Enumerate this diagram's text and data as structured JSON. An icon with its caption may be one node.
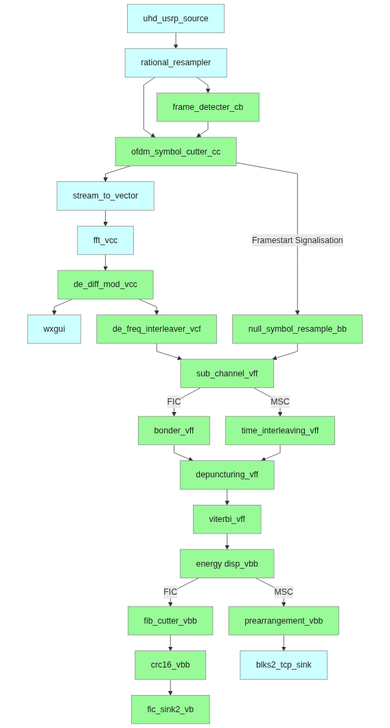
{
  "diagram": {
    "nodes": [
      {
        "text": [
          "uhd_usrp_source"
        ]
      },
      {
        "text": [
          "rational_resampler"
        ]
      },
      {
        "text": [
          "frame_detecter_cb"
        ]
      },
      {
        "text": [
          "ofdm_symbol_cutter_cc"
        ]
      },
      {
        "text": [
          "stream_to_vector"
        ]
      },
      {
        "text": [
          "fft_vcc"
        ]
      },
      {
        "text": [
          "de_diff_mod_vcc"
        ]
      },
      {
        "text": [
          "wxgui"
        ]
      },
      {
        "text": [
          "de_freq_interleaver_vcf"
        ]
      },
      {
        "text": [
          "null_symbol_resample_bb"
        ]
      },
      {
        "text": [
          "sub_channel_vff"
        ]
      },
      {
        "text": [
          "time_interleaving_vff"
        ]
      },
      {
        "text": [
          "bonder_vff"
        ]
      },
      {
        "text": [
          "depuncturing_vff"
        ]
      },
      {
        "text": [
          "viterbi_vff"
        ]
      },
      {
        "text": [
          "energy disp_vbb"
        ]
      },
      {
        "text": [
          "fib_cutter_vbb"
        ]
      },
      {
        "text": [
          "prearrangement_vbb"
        ]
      },
      {
        "text": [
          "crc16_vbb"
        ]
      },
      {
        "text": [
          "blks2_tcp_sink"
        ]
      },
      {
        "text": [
          "fic_sink2_vb"
        ]
      }
    ],
    "edges": [
      {
        "from": 0,
        "to": 1,
        "arrow": "to"
      },
      {
        "from": 1,
        "to": 2,
        "arrow": "to"
      },
      {
        "from": 1,
        "to": 3,
        "arrow": "to"
      },
      {
        "from": 2,
        "to": 3,
        "arrow": "to"
      },
      {
        "from": 3,
        "to": 9,
        "arrow": "to",
        "label": "Framestart Signalisation"
      },
      {
        "from": 3,
        "to": 4,
        "arrow": "to"
      },
      {
        "from": 4,
        "to": 5,
        "arrow": "to"
      },
      {
        "from": 5,
        "to": 6,
        "arrow": "to"
      },
      {
        "from": 6,
        "to": 7,
        "arrow": "to"
      },
      {
        "from": 6,
        "to": 8,
        "arrow": "to"
      },
      {
        "from": 8,
        "to": 10,
        "arrow": "to"
      },
      {
        "from": 9,
        "to": 10,
        "arrow": "to"
      },
      {
        "from": 10,
        "to": 12,
        "arrow": "to",
        "label": "FIC"
      },
      {
        "from": 10,
        "to": 11,
        "arrow": "to",
        "label": "MSC"
      },
      {
        "from": 12,
        "to": 13,
        "arrow": "to"
      },
      {
        "from": 11,
        "to": 13,
        "arrow": "to"
      },
      {
        "from": 13,
        "to": 14,
        "arrow": "to"
      },
      {
        "from": 14,
        "to": 15,
        "arrow": "to"
      },
      {
        "from": 15,
        "to": 16,
        "arrow": "to",
        "label": "FIC"
      },
      {
        "from": 15,
        "to": 17,
        "arrow": "to",
        "label": "MSC"
      },
      {
        "from": 16,
        "to": 18,
        "arrow": "to"
      },
      {
        "from": 18,
        "to": 20,
        "arrow": "to"
      },
      {
        "from": 17,
        "to": 19,
        "arrow": "to"
      }
    ]
  }
}
